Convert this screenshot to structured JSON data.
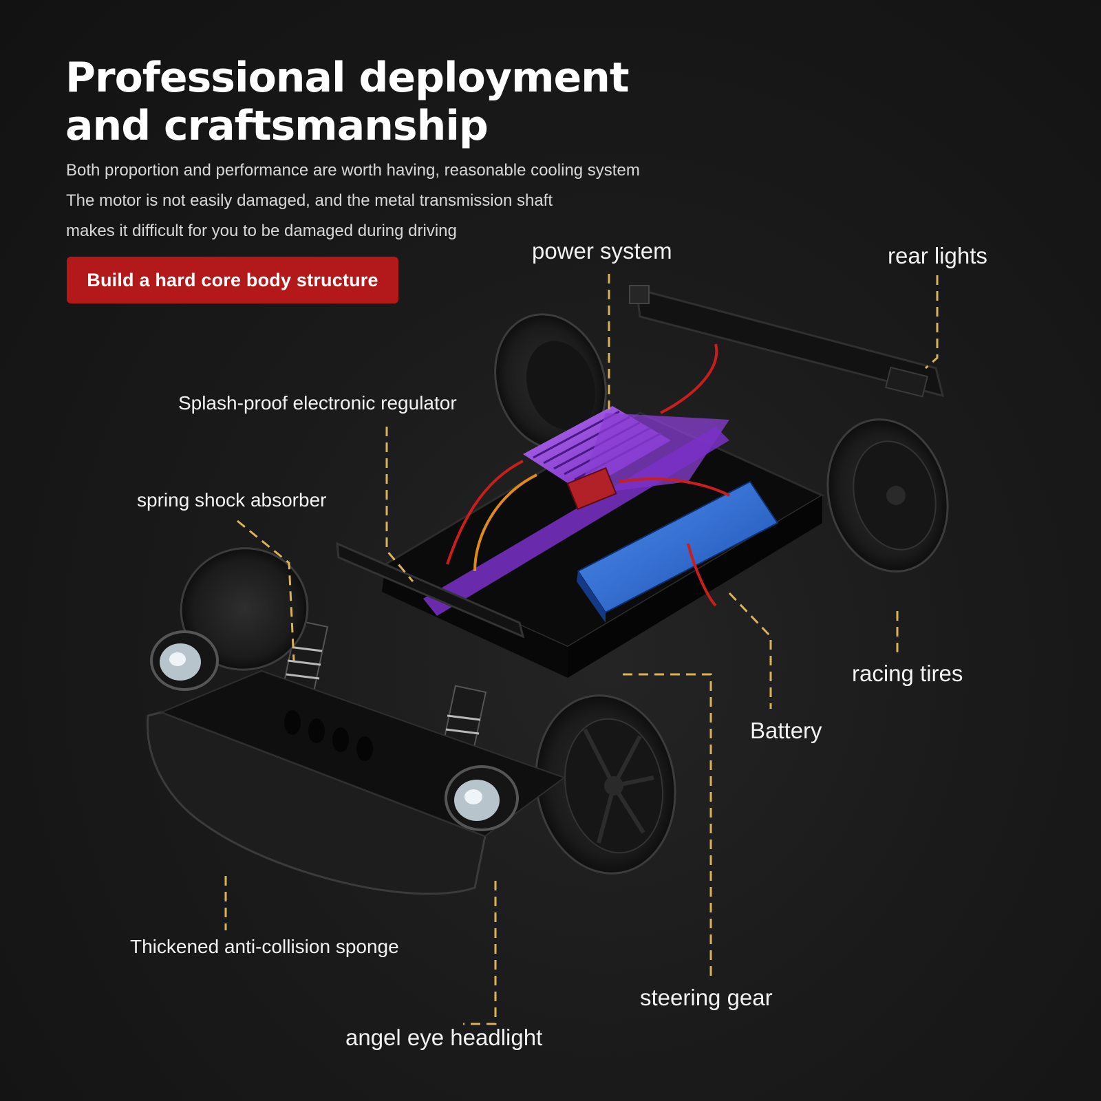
{
  "heading": {
    "line1": "Professional deployment",
    "line2": "and craftsmanship"
  },
  "description": [
    "Both proportion and performance are worth having, reasonable cooling system",
    "The motor is not easily damaged, and the metal transmission shaft",
    "makes it difficult for you to be damaged during driving"
  ],
  "cta_label": "Build a hard core body structure",
  "callouts": {
    "power_system": "power system",
    "rear_lights": "rear lights",
    "regulator": "Splash-proof electronic regulator",
    "shock_absorber": "spring shock absorber",
    "racing_tires": "racing tires",
    "battery": "Battery",
    "sponge": "Thickened anti-collision sponge",
    "steering_gear": "steering gear",
    "headlight": "angel eye headlight"
  },
  "colors": {
    "background": "#161616",
    "accent_red": "#b3191b",
    "leader_line": "#d9b25a",
    "heatsink_purple": "#8b3fd4",
    "battery_blue": "#2f6fd6"
  }
}
